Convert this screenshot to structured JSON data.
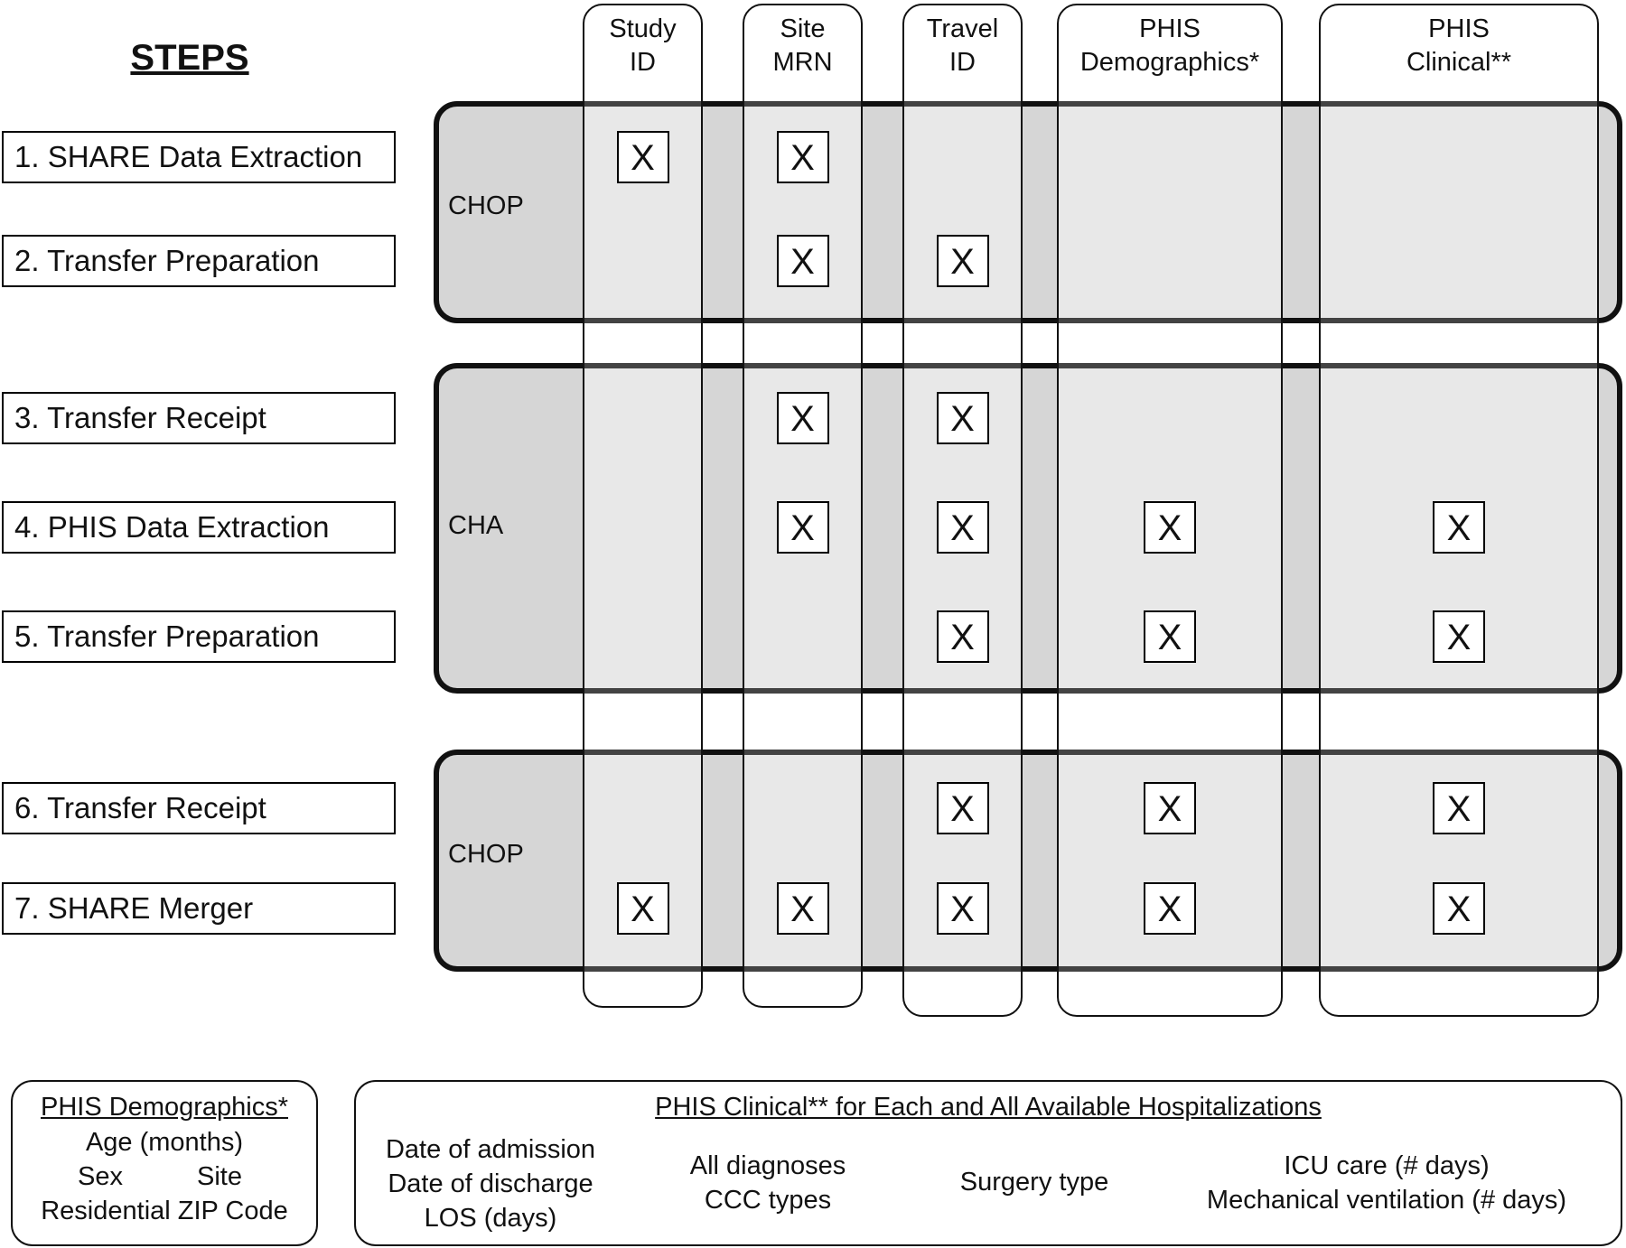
{
  "steps_title": "STEPS",
  "steps": [
    "1. SHARE Data Extraction",
    "2. Transfer Preparation",
    "3. Transfer Receipt",
    "4. PHIS Data Extraction",
    "5. Transfer Preparation",
    "6. Transfer Receipt",
    "7. SHARE Merger"
  ],
  "groups": [
    {
      "label": "CHOP",
      "steps": [
        1,
        2
      ]
    },
    {
      "label": "CHA",
      "steps": [
        3,
        4,
        5
      ]
    },
    {
      "label": "CHOP",
      "steps": [
        6,
        7
      ]
    }
  ],
  "columns": [
    {
      "line1": "Study",
      "line2": "ID"
    },
    {
      "line1": "Site",
      "line2": "MRN"
    },
    {
      "line1": "Travel",
      "line2": "ID"
    },
    {
      "line1": "PHIS",
      "line2": "Demographics*"
    },
    {
      "line1": "PHIS",
      "line2": "Clinical**"
    }
  ],
  "mark_symbol": "X",
  "matrix": [
    [
      true,
      true,
      false,
      false,
      false
    ],
    [
      false,
      true,
      true,
      false,
      false
    ],
    [
      false,
      true,
      true,
      false,
      false
    ],
    [
      false,
      true,
      true,
      true,
      true
    ],
    [
      false,
      false,
      true,
      true,
      true
    ],
    [
      false,
      false,
      true,
      true,
      true
    ],
    [
      true,
      true,
      true,
      true,
      true
    ]
  ],
  "legend_demographics": {
    "title": "PHIS Demographics*",
    "line1": "Age (months)",
    "line2a": "Sex",
    "line2b": "Site",
    "line3": "Residential ZIP Code"
  },
  "legend_clinical": {
    "title": "PHIS Clinical** for Each and All Available Hospitalizations",
    "group1": [
      "Date of admission",
      "Date of discharge",
      "LOS (days)"
    ],
    "group2": [
      "All diagnoses",
      "CCC types"
    ],
    "group3": [
      "Surgery type"
    ],
    "group4": [
      "ICU care (# days)",
      "Mechanical ventilation (# days)"
    ]
  }
}
